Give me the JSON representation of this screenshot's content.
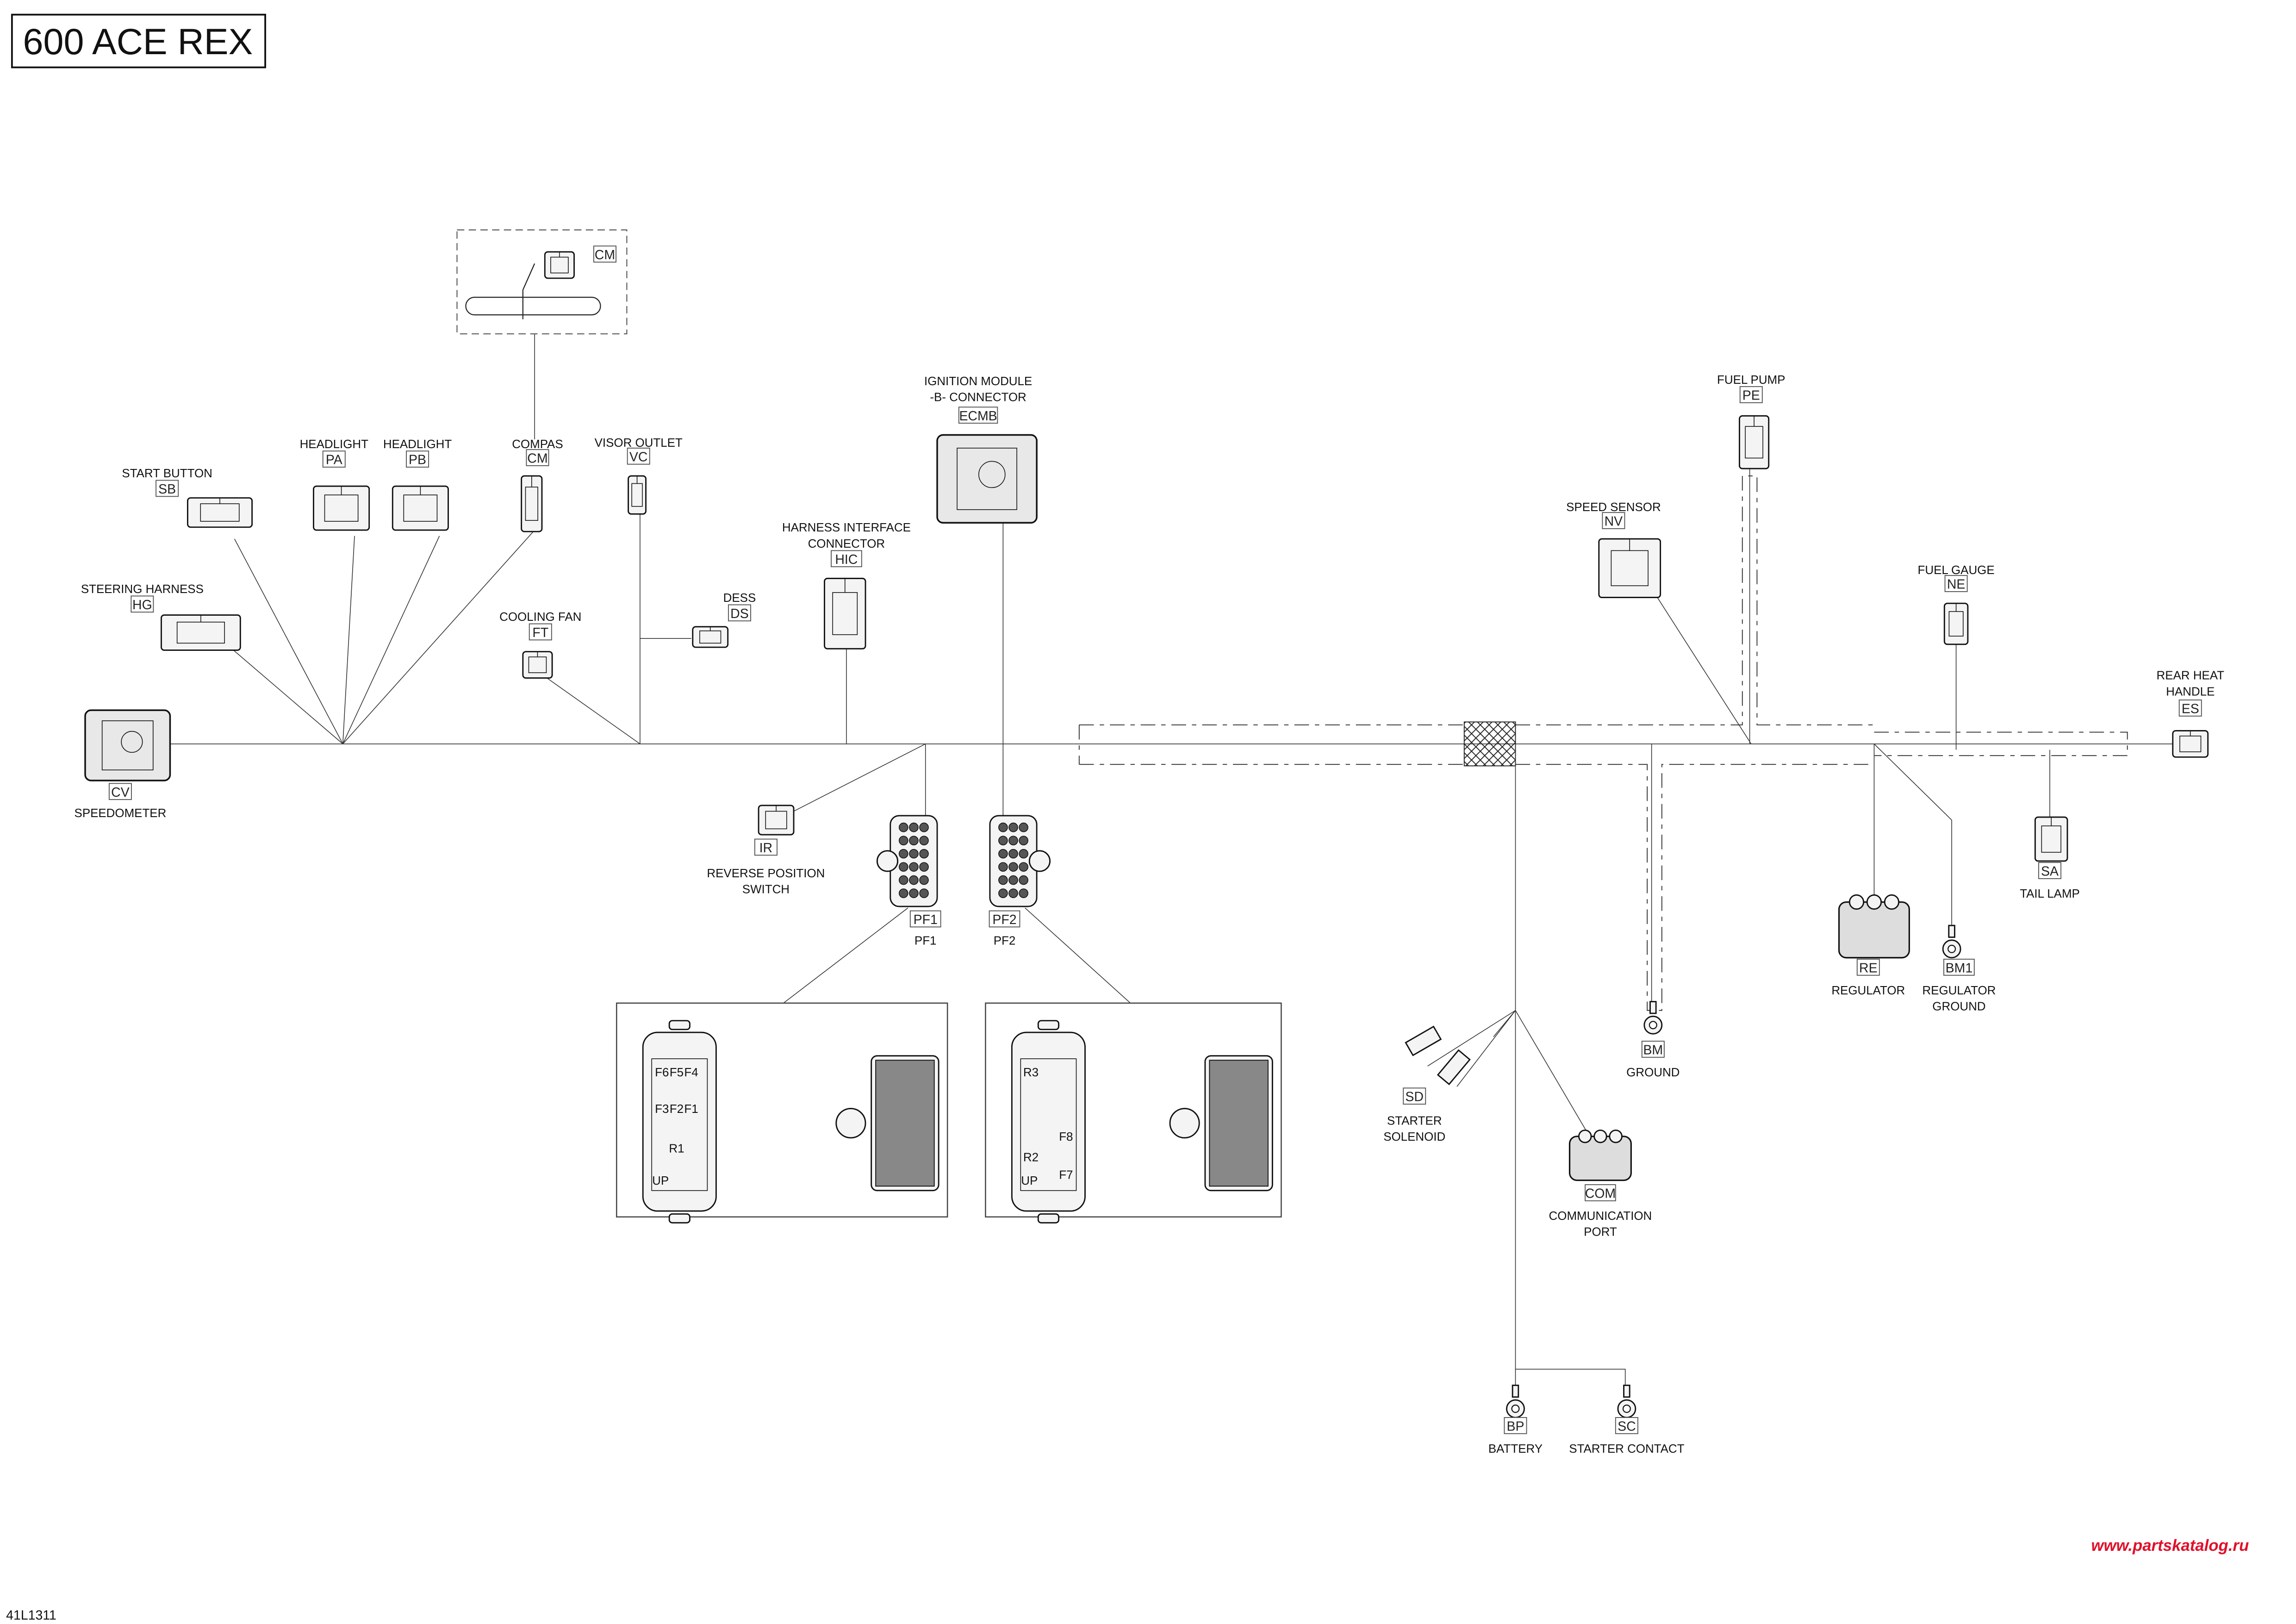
{
  "title": "600 ACE REX",
  "drawing_number": "41L1311",
  "watermark": "www.partskatalog.ru",
  "colors": {
    "line": "#111111",
    "watermark": "#e0102a"
  },
  "components": [
    {
      "id": "cm_detail",
      "label": [],
      "tag": "CM",
      "caption": []
    },
    {
      "id": "sb",
      "label": [
        "START BUTTON"
      ],
      "tag": "SB",
      "caption": []
    },
    {
      "id": "hg",
      "label": [
        "STEERING HARNESS"
      ],
      "tag": "HG",
      "caption": []
    },
    {
      "id": "pa",
      "label": [
        "HEADLIGHT"
      ],
      "tag": "PA",
      "caption": []
    },
    {
      "id": "pb",
      "label": [
        "HEADLIGHT"
      ],
      "tag": "PB",
      "caption": []
    },
    {
      "id": "cm",
      "label": [
        "COMPAS"
      ],
      "tag": "CM",
      "caption": []
    },
    {
      "id": "vc",
      "label": [
        "VISOR OUTLET"
      ],
      "tag": "VC",
      "caption": []
    },
    {
      "id": "ft",
      "label": [
        "COOLING FAN"
      ],
      "tag": "FT",
      "caption": []
    },
    {
      "id": "ds",
      "label": [
        "DESS"
      ],
      "tag": "DS",
      "caption": []
    },
    {
      "id": "hic",
      "label": [
        "HARNESS INTERFACE",
        "CONNECTOR"
      ],
      "tag": "HIC",
      "caption": []
    },
    {
      "id": "ecmb",
      "label": [
        "IGNITION MODULE",
        "-B- CONNECTOR"
      ],
      "tag": "ECMB",
      "caption": []
    },
    {
      "id": "cv",
      "label": [],
      "tag": "CV",
      "caption": [
        "SPEEDOMETER"
      ]
    },
    {
      "id": "ir",
      "label": [],
      "tag": "IR",
      "caption": [
        "REVERSE POSITION",
        "SWITCH"
      ]
    },
    {
      "id": "pf1",
      "label": [],
      "tag": "PF1",
      "caption": [
        "PF1"
      ]
    },
    {
      "id": "pf2",
      "label": [],
      "tag": "PF2",
      "caption": [
        "PF2"
      ]
    },
    {
      "id": "pe",
      "label": [
        "FUEL PUMP"
      ],
      "tag": "PE",
      "caption": []
    },
    {
      "id": "nv",
      "label": [
        "SPEED SENSOR"
      ],
      "tag": "NV",
      "caption": []
    },
    {
      "id": "ne",
      "label": [
        "FUEL GAUGE"
      ],
      "tag": "NE",
      "caption": []
    },
    {
      "id": "es",
      "label": [
        "REAR HEAT",
        "HANDLE"
      ],
      "tag": "ES",
      "caption": []
    },
    {
      "id": "sa",
      "label": [],
      "tag": "SA",
      "caption": [
        "TAIL LAMP"
      ]
    },
    {
      "id": "re",
      "label": [],
      "tag": "RE",
      "caption": [
        "REGULATOR"
      ]
    },
    {
      "id": "bm1",
      "label": [],
      "tag": "BM1",
      "caption": [
        "REGULATOR",
        "GROUND"
      ]
    },
    {
      "id": "bm",
      "label": [],
      "tag": "BM",
      "caption": [
        "GROUND"
      ]
    },
    {
      "id": "sd",
      "label": [],
      "tag": "SD",
      "caption": [
        "STARTER",
        "SOLENOID"
      ]
    },
    {
      "id": "com",
      "label": [],
      "tag": "COM",
      "caption": [
        "COMMUNICATION",
        "PORT"
      ]
    },
    {
      "id": "bp",
      "label": [],
      "tag": "BP",
      "caption": [
        "BATTERY"
      ]
    },
    {
      "id": "sc",
      "label": [],
      "tag": "SC",
      "caption": [
        "STARTER CONTACT"
      ]
    }
  ],
  "fuse_box_pf1": {
    "fuses": [
      "F6",
      "F5",
      "F4",
      "F3",
      "F2",
      "F1"
    ],
    "relays": [
      "R1"
    ],
    "orientation": "UP"
  },
  "fuse_box_pf2": {
    "fuses": [
      "F8",
      "F7"
    ],
    "relays": [
      "R3",
      "R2"
    ],
    "orientation": "UP"
  }
}
